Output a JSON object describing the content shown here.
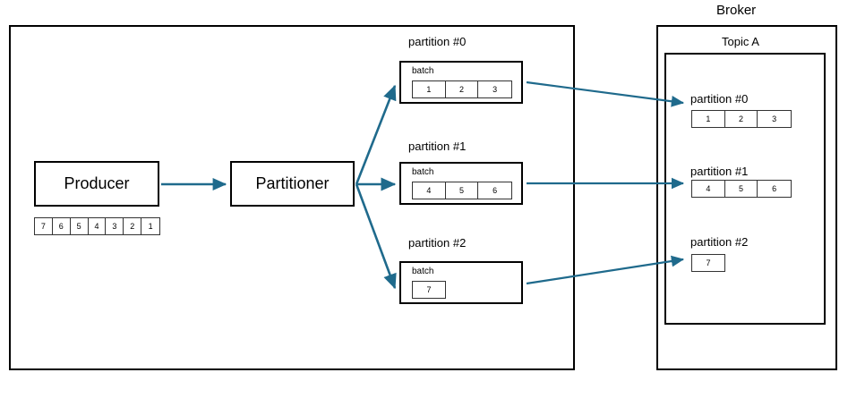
{
  "diagram": {
    "title_left": "",
    "broker_title": "Broker",
    "topic_title": "Topic A"
  },
  "producer": {
    "label": "Producer",
    "queue_cells": [
      "7",
      "6",
      "5",
      "4",
      "3",
      "2",
      "1"
    ]
  },
  "partitioner": {
    "label": "Partitioner"
  },
  "producer_partitions": [
    {
      "label": "partition #0",
      "batch_label": "batch",
      "cells": [
        "1",
        "2",
        "3"
      ]
    },
    {
      "label": "partition #1",
      "batch_label": "batch",
      "cells": [
        "4",
        "5",
        "6"
      ]
    },
    {
      "label": "partition #2",
      "batch_label": "batch",
      "cells": [
        "7"
      ]
    }
  ],
  "broker_partitions": [
    {
      "label": "partition #0",
      "cells": [
        "1",
        "2",
        "3"
      ]
    },
    {
      "label": "partition #1",
      "cells": [
        "4",
        "5",
        "6"
      ]
    },
    {
      "label": "partition #2",
      "cells": [
        "7"
      ]
    }
  ],
  "colors": {
    "arrow": "#1F6A8C",
    "outline": "#000000",
    "background": "#FFFFFF"
  }
}
